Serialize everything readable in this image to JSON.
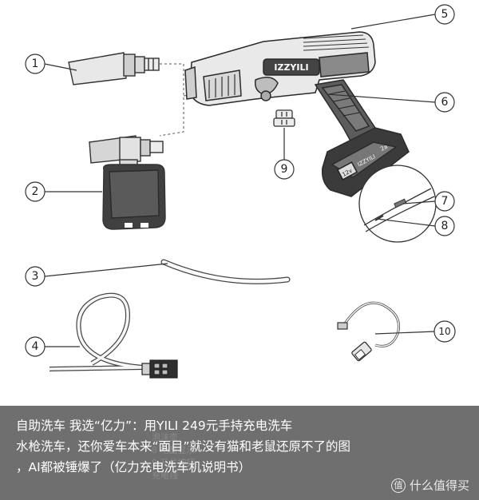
{
  "diagram": {
    "brand_on_gun": "IZZYILI",
    "battery_brand": "IZZYILI",
    "battery_left_label": "12v",
    "battery_right_label": "2a",
    "callouts": [
      "1",
      "2",
      "3",
      "4",
      "5",
      "6",
      "7",
      "8",
      "9",
      "10"
    ]
  },
  "caption": {
    "line1": "自助洗车 我选“亿力”：用YILI 249元手持充电洗车",
    "line2": "水枪洗车，还你爱车本来“面目”就没有猫和老鼠还原不了的图",
    "line3": "，AI都被锤爆了（亿力充电洗车机说明书）",
    "ghost_lines": [
      "泡沫壶",
      "8 电量显示",
      "9 开关按钮",
      "充电线"
    ]
  },
  "watermark": {
    "icon": "值",
    "text": "什么值得买"
  }
}
